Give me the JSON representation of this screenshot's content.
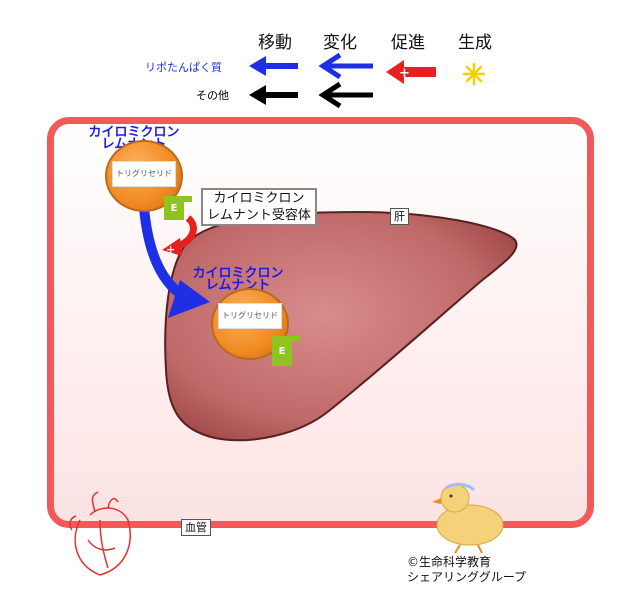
{
  "legend": {
    "move_label": "移動",
    "change_label": "変化",
    "promote_label": "促進",
    "generate_label": "生成",
    "lipoprotein_label": "リポたんぱく質",
    "other_label": "その他"
  },
  "labels": {
    "particle_top_line1": "カイロミクロン",
    "particle_top_line2": "レムナント",
    "particle_bottom_line1": "カイロミクロン",
    "particle_bottom_line2": "レムナント",
    "triglyceride": "トリグリセリド",
    "e_marker": "E",
    "receptor_line1": "カイロミクロン",
    "receptor_line2": "レムナント受容体",
    "liver": "肝",
    "blood_vessel": "血管"
  },
  "copyright": {
    "line1": "©生命科学教育",
    "line2": "シェアリンググループ"
  },
  "colors": {
    "blue_arrow": "#1f2fe6",
    "black_arrow": "#000000",
    "promote_red": "#e62020",
    "generate_yellow": "#f5d000",
    "vessel_border": "#f05a5a",
    "liver_fill": "#b85a5a",
    "particle_orange": "#f08a20",
    "e_green": "#8fc31f"
  }
}
